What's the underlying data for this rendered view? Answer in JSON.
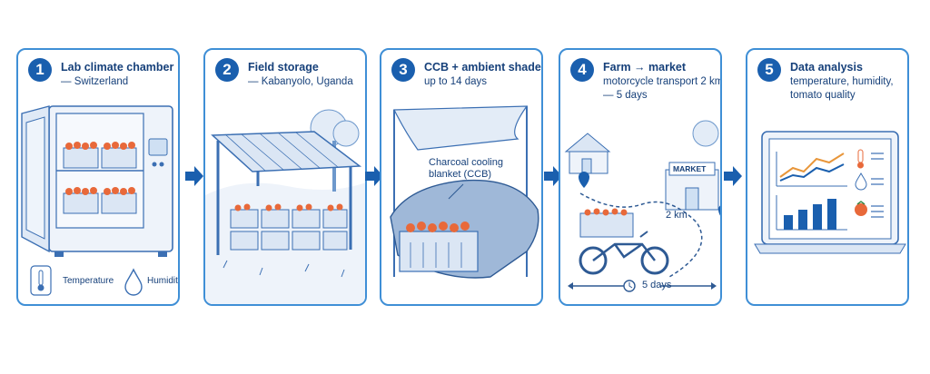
{
  "steps": [
    {
      "number": "1",
      "title": "Lab climate chamber",
      "subtitle": "— Switzerland",
      "labels": {
        "temperature": "Temperature",
        "humidity": "Humidity"
      }
    },
    {
      "number": "2",
      "title": "Field storage",
      "subtitle": "— Kabanyolo, Uganda"
    },
    {
      "number": "3",
      "title": "CCB + ambient shade",
      "subtitle": "up to 14 days",
      "callout": [
        "Charcoal cooling",
        "blanket (CCB)"
      ]
    },
    {
      "number": "4",
      "title": "Farm → market",
      "subtitle": [
        "motorcycle transport 2 km",
        "— 5 days"
      ],
      "market_sign": "MARKET",
      "distance": "2 km",
      "duration": "5 days"
    },
    {
      "number": "5",
      "title": "Data analysis",
      "subtitle": [
        "temperature, humidity,",
        "tomato quality"
      ]
    }
  ],
  "icons": [
    "thermometer-icon",
    "droplet-icon",
    "arrow-right-icon",
    "map-pin-icon",
    "clock-icon",
    "tomato-icon"
  ],
  "colors": {
    "accent": "#1a5fae",
    "border": "#3f8fd6",
    "tomato": "#e8693a",
    "line": "#3b6fb3"
  }
}
